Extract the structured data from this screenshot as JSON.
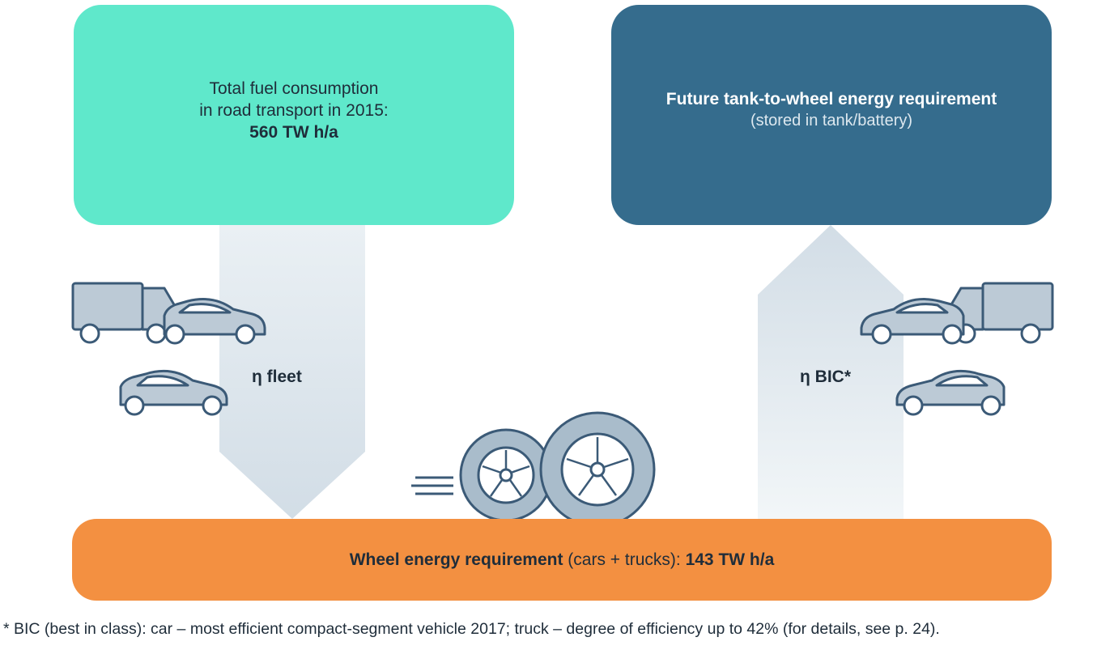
{
  "left_box": {
    "line1": "Total fuel consumption",
    "line2": "in road transport in 2015:",
    "value": "560 TW h/a"
  },
  "right_box": {
    "title": "Future tank-to-wheel energy requirement",
    "subtitle": "(stored in tank/battery)"
  },
  "bottom_box": {
    "label_bold": "Wheel energy requirement",
    "label_normal": " (cars + trucks): ",
    "value": "143 TW h/a"
  },
  "arrows": {
    "left_label": "η fleet",
    "right_label": "η BIC*"
  },
  "footnote": "* BIC (best in class): car – most efficient compact-segment vehicle 2017; truck – degree of efficiency up to 42% (for details, see p. 24).",
  "colors": {
    "left_box": "#5fe8cb",
    "right_box": "#356c8d",
    "bottom_box": "#f39041",
    "arrow": "#dfe7ee",
    "vehicle_fill": "#bccad6",
    "vehicle_stroke": "#3b5a77"
  }
}
